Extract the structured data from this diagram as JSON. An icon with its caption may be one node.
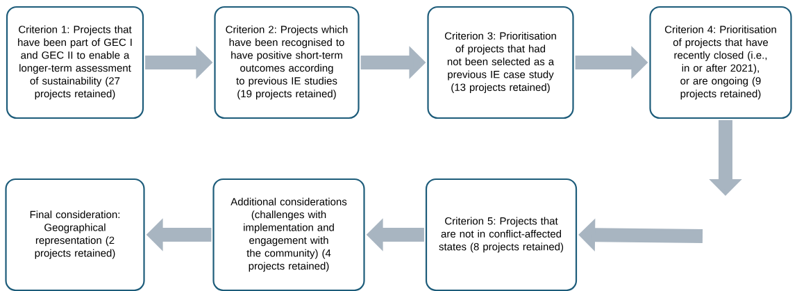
{
  "diagram": {
    "nodes": [
      {
        "text": [
          "Criterion 1: Projects that have been part of GEC I and GEC II to enable a longer-term assessment of sustainability (27 projects retained)"
        ]
      },
      {
        "text": [
          "Criterion 2: Projects which have been recognised to have positive short-term outcomes according to previous IE studies (19 projects retained)"
        ]
      },
      {
        "text": [
          "Criterion 3: Prioritisation of projects that had not been selected as a previous IE case study (13 projects retained)"
        ]
      },
      {
        "text": [
          "Criterion 4: Prioritisation of projects that have recently closed (i.e., in or after 2021), or are ongoing (9 projects retained)"
        ]
      },
      {
        "text": [
          "Criterion 5: Projects that are not in conflict-affected states (8 projects retained)"
        ]
      },
      {
        "text": [
          "Additional considerations (challenges with implementation and engagement with the community) (4 projects retained)"
        ]
      },
      {
        "text": [
          "Final consideration: Geographical representation (2 projects retained)"
        ]
      }
    ],
    "edges": [
      {
        "from": 0,
        "to": 1,
        "arrow": "to"
      },
      {
        "from": 1,
        "to": 2,
        "arrow": "to"
      },
      {
        "from": 2,
        "to": 3,
        "arrow": "to"
      },
      {
        "from": 3,
        "to": null,
        "arrow": "to"
      },
      {
        "from": null,
        "to": 4,
        "arrow": "to"
      },
      {
        "from": 4,
        "to": 5,
        "arrow": "to"
      },
      {
        "from": 5,
        "to": 6,
        "arrow": "to"
      }
    ]
  }
}
